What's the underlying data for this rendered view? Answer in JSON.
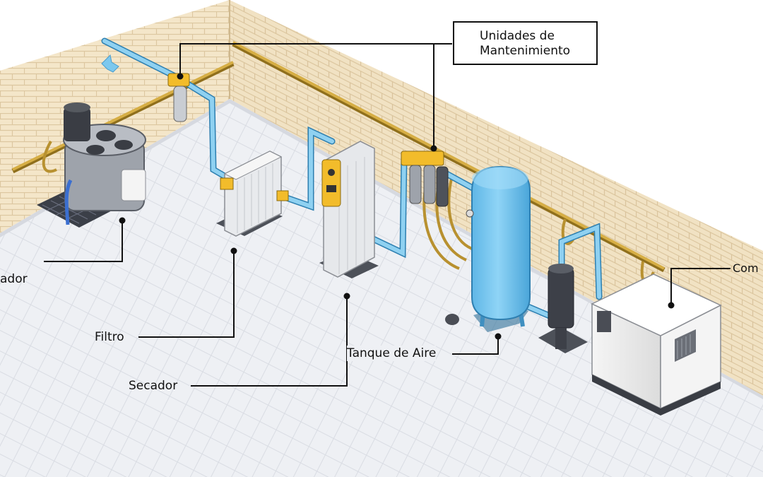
{
  "diagram": {
    "labels": {
      "maintenance_units_line1": "Unidades de",
      "maintenance_units_line2": "Mantenimiento",
      "compressor_partial": "Com",
      "separator_partial": "ador",
      "filter": "Filtro",
      "air_tank": "Tanque de Aire",
      "dryer": "Secador"
    },
    "colors": {
      "wall": "#f3e4c6",
      "brick_line": "#dcc7a0",
      "floor": "#eef0f4",
      "pipe_blue": "#7cc8ee",
      "pipe_gold": "#c9a23c",
      "tank_blue": "#74c4ef",
      "accent_yellow": "#f2bc2b",
      "leader_line": "#111111"
    }
  }
}
